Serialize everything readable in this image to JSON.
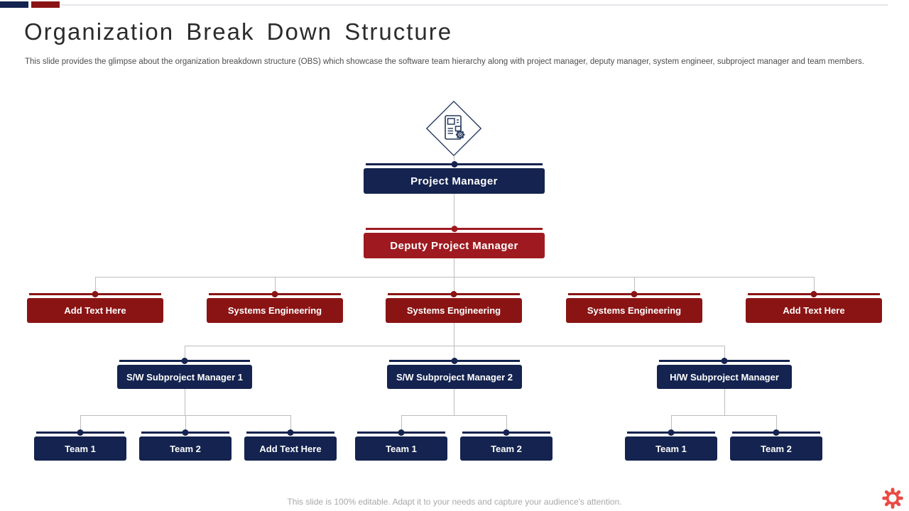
{
  "slide": {
    "title": "Organization Break Down Structure",
    "description": "This slide provides the glimpse about the organization breakdown structure (OBS) which showcase the software team hierarchy along with project manager, deputy manager, system engineer, subproject manager and team members.",
    "footer": "This slide is 100% editable. Adapt it to your needs and capture your audience's attention."
  },
  "colors": {
    "navy": "#14234f",
    "red": "#9e1a20",
    "maroon": "#8a1414",
    "connector": "#bdbdbd",
    "gear_accent": "#ea4b44"
  },
  "icons": {
    "root": "document-gear-diamond-icon",
    "footer": "gear-icon"
  },
  "chart": {
    "nodes": {
      "project_manager": "Project Manager",
      "deputy_project_manager": "Deputy Project Manager",
      "level3": [
        "Add Text Here",
        "Systems Engineering",
        "Systems Engineering",
        "Systems Engineering",
        "Add Text Here"
      ],
      "managers": [
        "S/W Subproject Manager 1",
        "S/W Subproject Manager 2",
        "H/W Subproject Manager"
      ],
      "team_groups": [
        [
          "Team 1",
          "Team 2",
          "Add Text Here"
        ],
        [
          "Team 1",
          "Team 2"
        ],
        [
          "Team 1",
          "Team 2"
        ]
      ]
    }
  }
}
